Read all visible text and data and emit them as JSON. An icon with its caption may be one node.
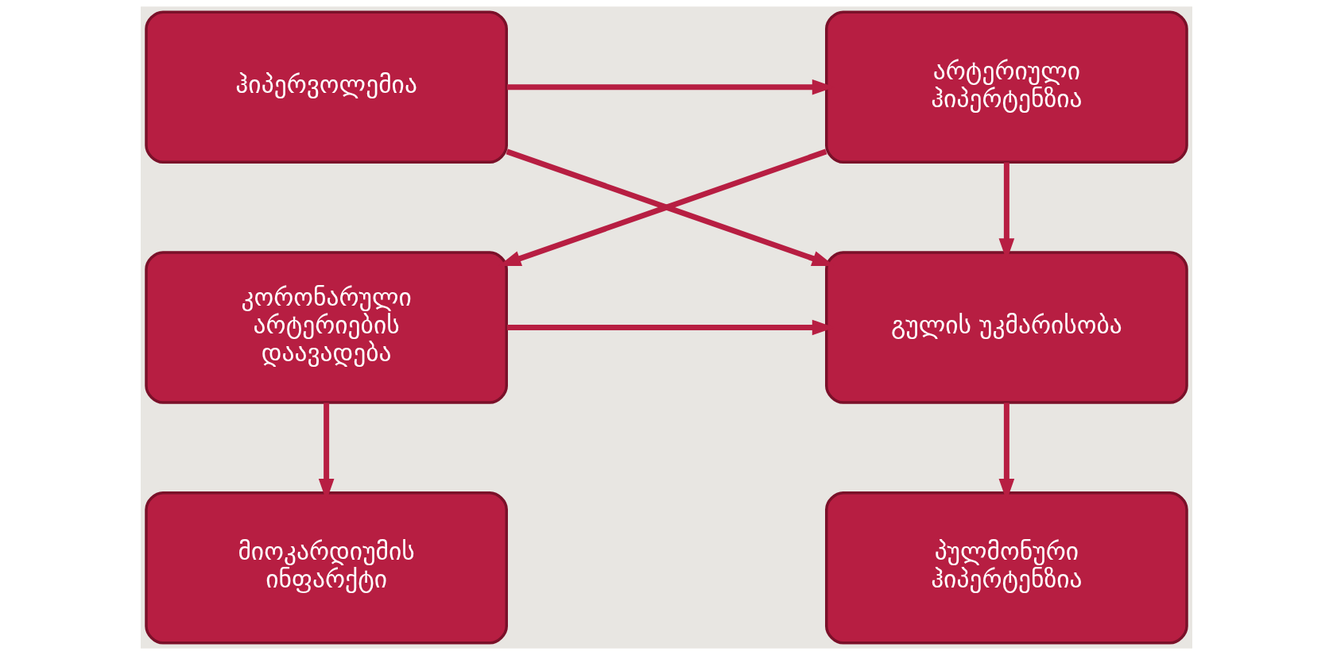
{
  "diagram": {
    "nodes": [
      {
        "text": [
          "ჰიპერვოლემია"
        ]
      },
      {
        "text": [
          "არტერიული ჰიპერტენზია"
        ]
      },
      {
        "text": [
          "კორონარული არტერიების დაავადება"
        ]
      },
      {
        "text": [
          "გულის უკმარისობა"
        ]
      },
      {
        "text": [
          "მიოკარდიუმის ინფარქტი"
        ]
      },
      {
        "text": [
          "პულმონური ჰიპერტენზია"
        ]
      }
    ],
    "edges": [
      {
        "from": 0,
        "to": 1,
        "arrow": "to"
      },
      {
        "from": 0,
        "to": 3,
        "arrow": "to"
      },
      {
        "from": 1,
        "to": 2,
        "arrow": "to"
      },
      {
        "from": 1,
        "to": 3,
        "arrow": "to"
      },
      {
        "from": 2,
        "to": 3,
        "arrow": "to"
      },
      {
        "from": 2,
        "to": 4,
        "arrow": "to"
      },
      {
        "from": 3,
        "to": 5,
        "arrow": "to"
      }
    ]
  }
}
